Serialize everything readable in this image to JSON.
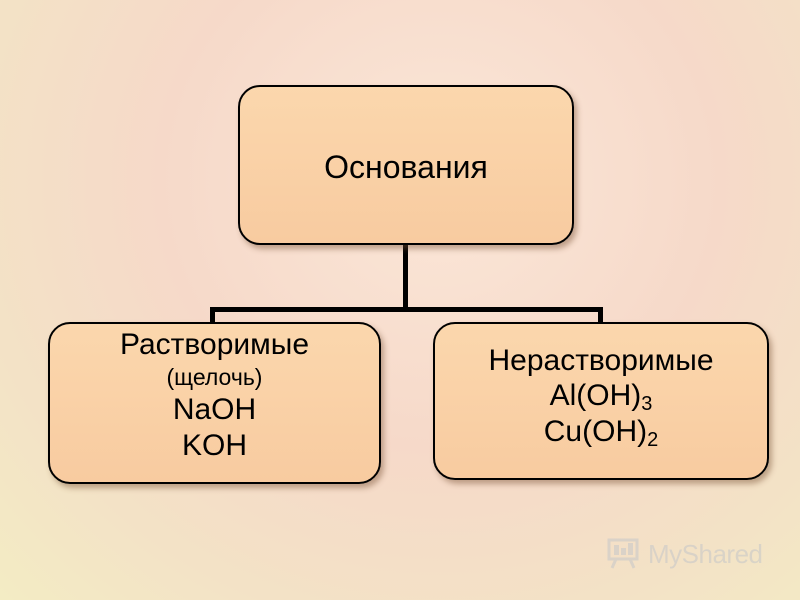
{
  "diagram": {
    "root": {
      "label": "Основания"
    },
    "left": {
      "title": "Растворимые",
      "note": "(щелочь)",
      "items": [
        "NaOH",
        "KOH"
      ]
    },
    "right": {
      "title": "Нерастворимые",
      "items": [
        {
          "base": "Al(OH)",
          "sub": "3"
        },
        {
          "base": "Cu(OH)",
          "sub": "2"
        }
      ]
    },
    "colors": {
      "box_fill": "#f8cba0",
      "box_border": "#000000",
      "connector": "#000000"
    }
  },
  "watermark": {
    "text": "MyShared",
    "icon": "presentation-board-icon"
  }
}
